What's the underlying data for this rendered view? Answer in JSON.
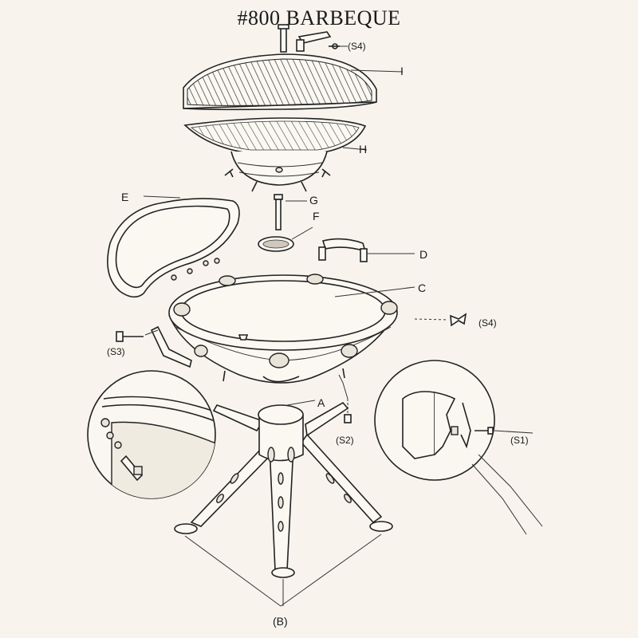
{
  "title": "#800 BARBEQUE",
  "parts": {
    "I": "I",
    "H": "H",
    "G": "G",
    "F": "F",
    "E": "E",
    "D": "D",
    "C": "C",
    "A": "A",
    "B": "(B)",
    "S1": "(S1)",
    "S2": "(S2)",
    "S3": "(S3)",
    "S4_top": "(S4)",
    "S4_side": "(S4)"
  }
}
